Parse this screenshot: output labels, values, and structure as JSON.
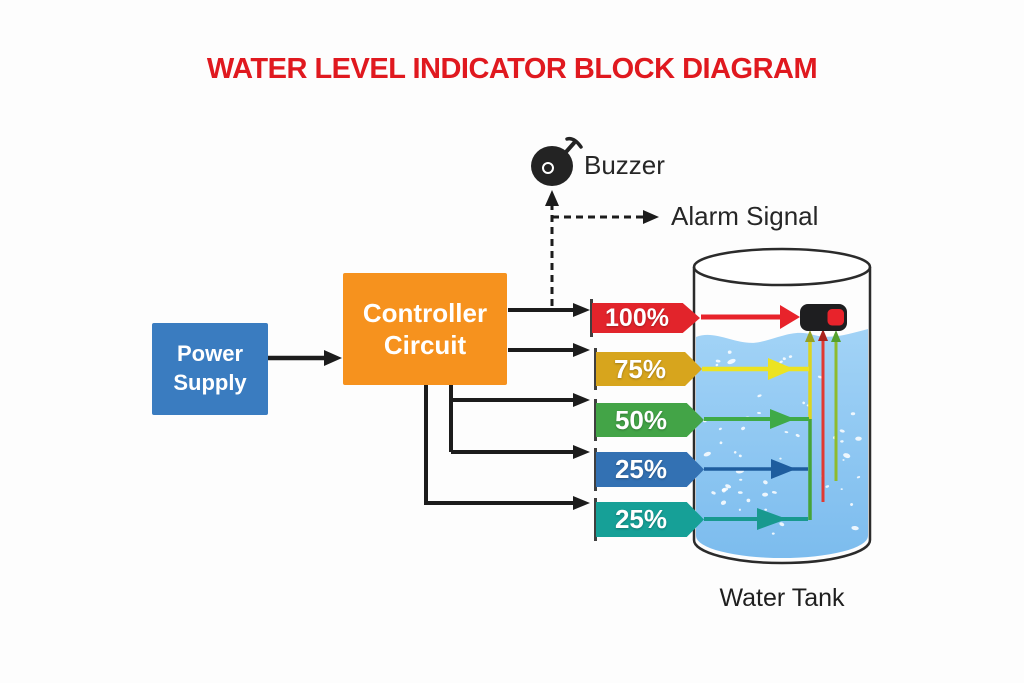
{
  "title": "WATER LEVEL INDICATOR BLOCK DIAGRAM",
  "colors": {
    "title_red": "#e0191f",
    "power_supply_blue": "#3a7cc0",
    "controller_orange": "#f6921e",
    "arrow_black": "#1c1c1c",
    "tank_water": "#7cbcee",
    "tank_water_light": "#a2d3f6",
    "tank_outline": "#2b2b2b",
    "sensor_black": "#1e1e20",
    "sensor_indicator_red": "#e8232b"
  },
  "blocks": {
    "power_supply": {
      "line1": "Power",
      "line2": "Supply"
    },
    "controller": {
      "line1": "Controller",
      "line2": "Circuit"
    }
  },
  "buzzer_label": "Buzzer",
  "alarm_label": "Alarm Signal",
  "water_tank_label": "Water Tank",
  "levels": [
    {
      "label": "100%",
      "tag_color": "#e2242b",
      "line_color": "#e8232b"
    },
    {
      "label": "75%",
      "tag_color": "#d7a51d",
      "line_color": "#ece321"
    },
    {
      "label": "50%",
      "tag_color": "#43a447",
      "line_color": "#3faa47"
    },
    {
      "label": "25%",
      "tag_color": "#3371b3",
      "line_color": "#1e5d9e"
    },
    {
      "label": "25%",
      "tag_color": "#16a097",
      "line_color": "#18998f"
    }
  ]
}
